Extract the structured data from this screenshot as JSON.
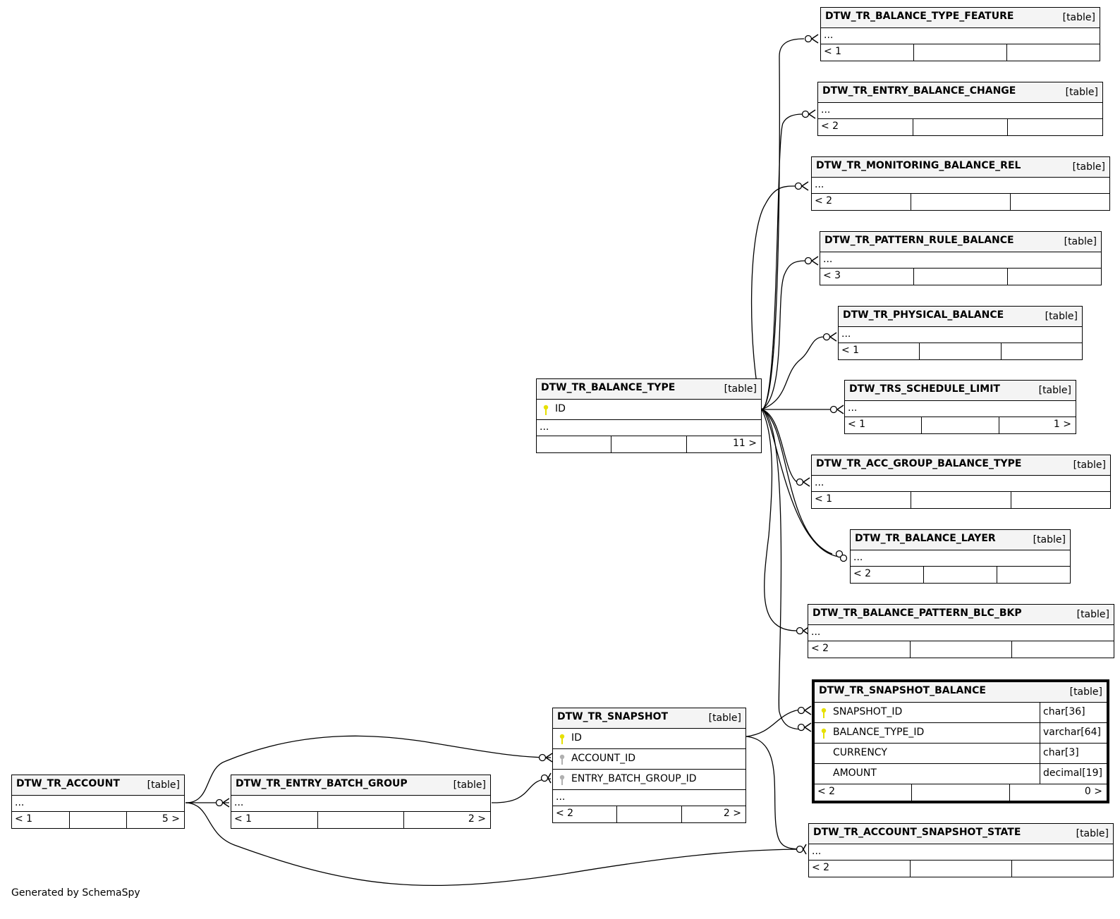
{
  "footer": "Generated by SchemaSpy",
  "tables": {
    "balance_type_feature": {
      "name": "DTW_TR_BALANCE_TYPE_FEATURE",
      "type": "[table]",
      "ellipsis": "...",
      "parents": "< 1",
      "children": ""
    },
    "entry_balance_change": {
      "name": "DTW_TR_ENTRY_BALANCE_CHANGE",
      "type": "[table]",
      "ellipsis": "...",
      "parents": "< 2",
      "children": ""
    },
    "monitoring_balance_rel": {
      "name": "DTW_TR_MONITORING_BALANCE_REL",
      "type": "[table]",
      "ellipsis": "...",
      "parents": "< 2",
      "children": ""
    },
    "pattern_rule_balance": {
      "name": "DTW_TR_PATTERN_RULE_BALANCE",
      "type": "[table]",
      "ellipsis": "...",
      "parents": "< 3",
      "children": ""
    },
    "physical_balance": {
      "name": "DTW_TR_PHYSICAL_BALANCE",
      "type": "[table]",
      "ellipsis": "...",
      "parents": "< 1",
      "children": ""
    },
    "schedule_limit": {
      "name": "DTW_TRS_SCHEDULE_LIMIT",
      "type": "[table]",
      "ellipsis": "...",
      "parents": "< 1",
      "children": "1 >"
    },
    "acc_group_balance_type": {
      "name": "DTW_TR_ACC_GROUP_BALANCE_TYPE",
      "type": "[table]",
      "ellipsis": "...",
      "parents": "< 1",
      "children": ""
    },
    "balance_layer": {
      "name": "DTW_TR_BALANCE_LAYER",
      "type": "[table]",
      "ellipsis": "...",
      "parents": "< 2",
      "children": ""
    },
    "balance_pattern_blc_bkp": {
      "name": "DTW_TR_BALANCE_PATTERN_BLC_BKP",
      "type": "[table]",
      "ellipsis": "...",
      "parents": "< 2",
      "children": ""
    },
    "balance_type": {
      "name": "DTW_TR_BALANCE_TYPE",
      "type": "[table]",
      "pk": "ID",
      "ellipsis": "...",
      "parents": "",
      "children": "11 >"
    },
    "snapshot": {
      "name": "DTW_TR_SNAPSHOT",
      "type": "[table]",
      "pk": "ID",
      "fk1": "ACCOUNT_ID",
      "fk2": "ENTRY_BATCH_GROUP_ID",
      "ellipsis": "...",
      "parents": "< 2",
      "children": "2 >"
    },
    "account": {
      "name": "DTW_TR_ACCOUNT",
      "type": "[table]",
      "ellipsis": "...",
      "parents": "< 1",
      "children": "5 >"
    },
    "entry_batch_group": {
      "name": "DTW_TR_ENTRY_BATCH_GROUP",
      "type": "[table]",
      "ellipsis": "...",
      "parents": "< 1",
      "children": "2 >"
    },
    "account_snapshot_state": {
      "name": "DTW_TR_ACCOUNT_SNAPSHOT_STATE",
      "type": "[table]",
      "ellipsis": "...",
      "parents": "< 2",
      "children": ""
    },
    "snapshot_balance": {
      "name": "DTW_TR_SNAPSHOT_BALANCE",
      "type": "[table]",
      "parents": "< 2",
      "children": "0 >",
      "columns": [
        {
          "name": "SNAPSHOT_ID",
          "dtype": "char[36]",
          "key": "primary"
        },
        {
          "name": "BALANCE_TYPE_ID",
          "dtype": "varchar[64]",
          "key": "primary"
        },
        {
          "name": "CURRENCY",
          "dtype": "char[3]",
          "key": ""
        },
        {
          "name": "AMOUNT",
          "dtype": "decimal[19]",
          "key": ""
        }
      ]
    }
  },
  "colors": {
    "primary_key": "#e6e000",
    "foreign_key": "#b0b0b0",
    "header_bg": "#f4f4f4"
  }
}
